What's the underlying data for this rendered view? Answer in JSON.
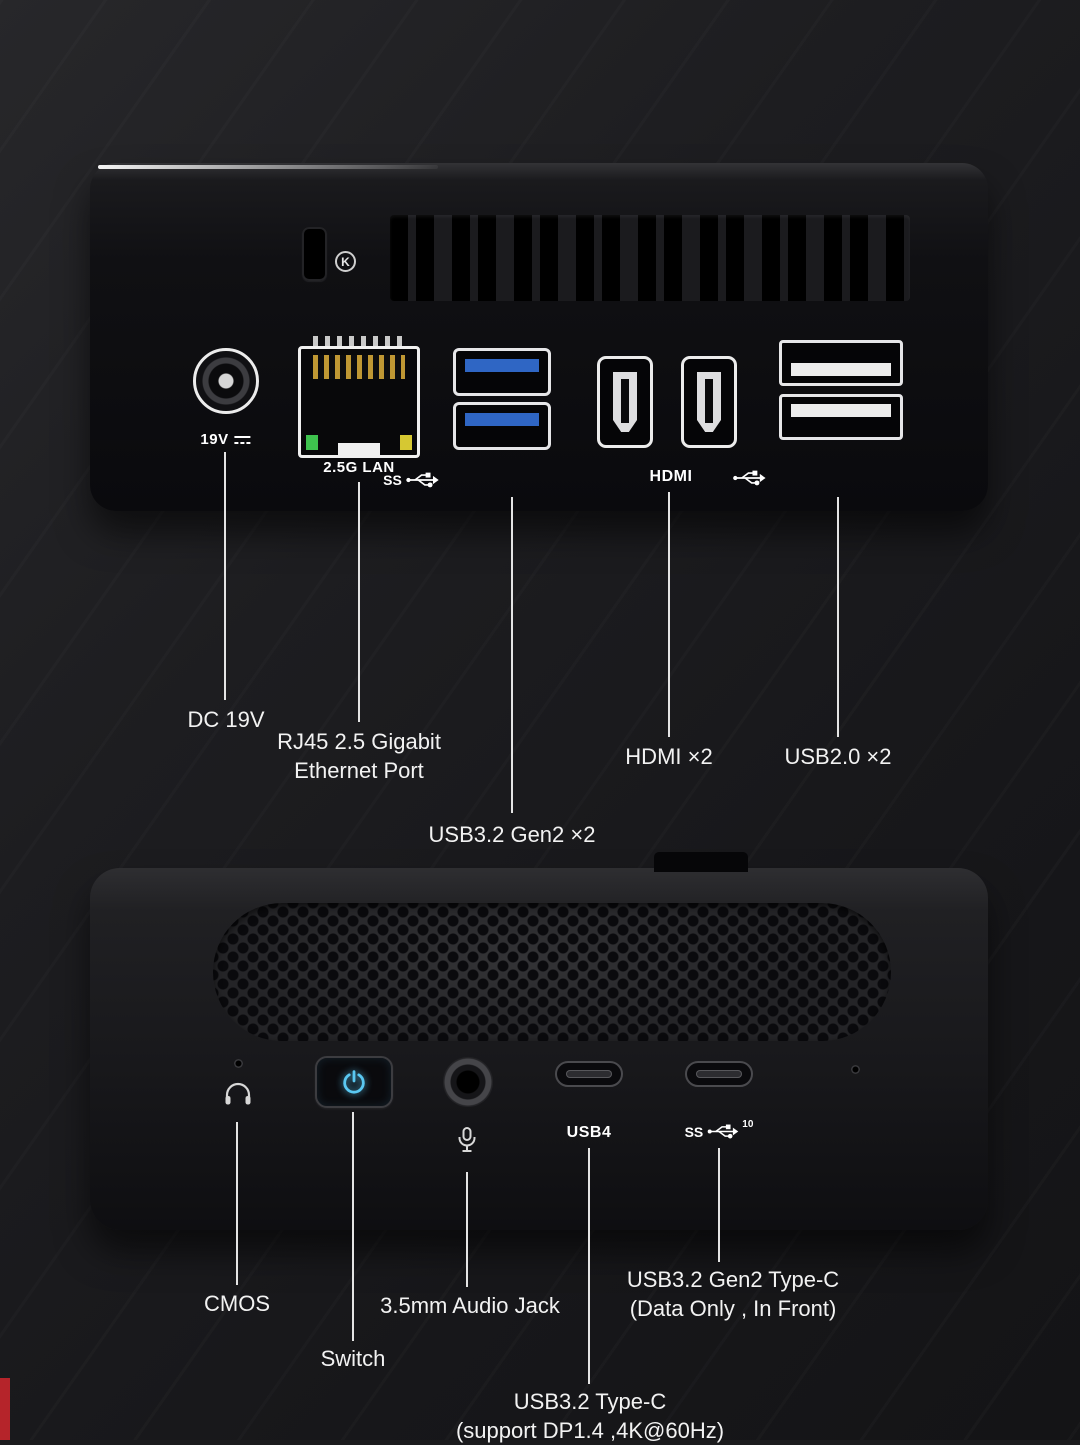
{
  "colors": {
    "background": "#1c1c1e",
    "device_body": "#101013",
    "usb3_blue": "#2f66c4",
    "power_blue": "#5ac8f2",
    "led_green": "#3ec24e",
    "led_yellow": "#d6c832",
    "accent_red": "#b5242a",
    "label_text": "#f2f2f2"
  },
  "icons": {
    "kensington_lock": "K-in-circle",
    "dc_symbol": "direct-current bars",
    "superspeed_usb": "SS + trident arrow",
    "usb_trident": "USB trident arrow",
    "power": "power symbol",
    "headphone": "headphones",
    "microphone": "microphone"
  },
  "back_view": {
    "kensington_label": "K",
    "dc_label": "19V",
    "lan_label": "2.5G LAN",
    "ss_label": "SS",
    "hdmi_label": "HDMI",
    "callouts": {
      "dc": "DC 19V",
      "rj45": "RJ45 2.5 Gigabit\nEthernet Port",
      "usb3": "USB3.2 Gen2 ×2",
      "hdmi": "HDMI ×2",
      "usb2": "USB2.0 ×2"
    }
  },
  "front_view": {
    "usb4_label": "USB4",
    "ss_label": "SS",
    "ss_sup": "10",
    "callouts": {
      "cmos": "CMOS",
      "switch": "Switch",
      "audio": "3.5mm Audio Jack",
      "usbc_dp": "USB3.2 Type-C\n(support DP1.4 ,4K@60Hz)",
      "usbc_data": "USB3.2 Gen2 Type-C\n(Data Only , In Front)"
    }
  }
}
